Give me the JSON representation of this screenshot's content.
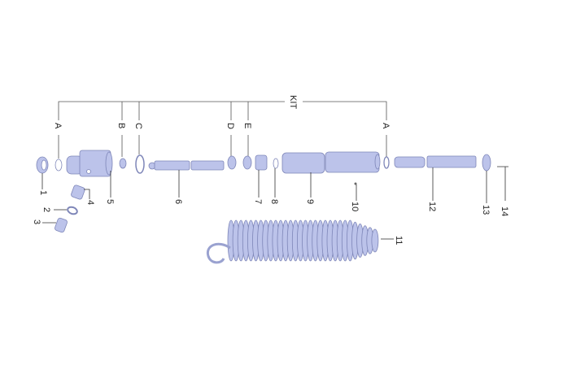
{
  "kit_label": "KIT",
  "kit_letters": [
    "A",
    "B",
    "C",
    "D",
    "E",
    "A"
  ],
  "part_numbers": [
    "1",
    "2",
    "3",
    "4",
    "5",
    "6",
    "7",
    "8",
    "9",
    "10",
    "11",
    "12",
    "13",
    "14"
  ],
  "colors": {
    "part_fill": "#bcc3ea",
    "part_stroke": "#7e86b8"
  }
}
